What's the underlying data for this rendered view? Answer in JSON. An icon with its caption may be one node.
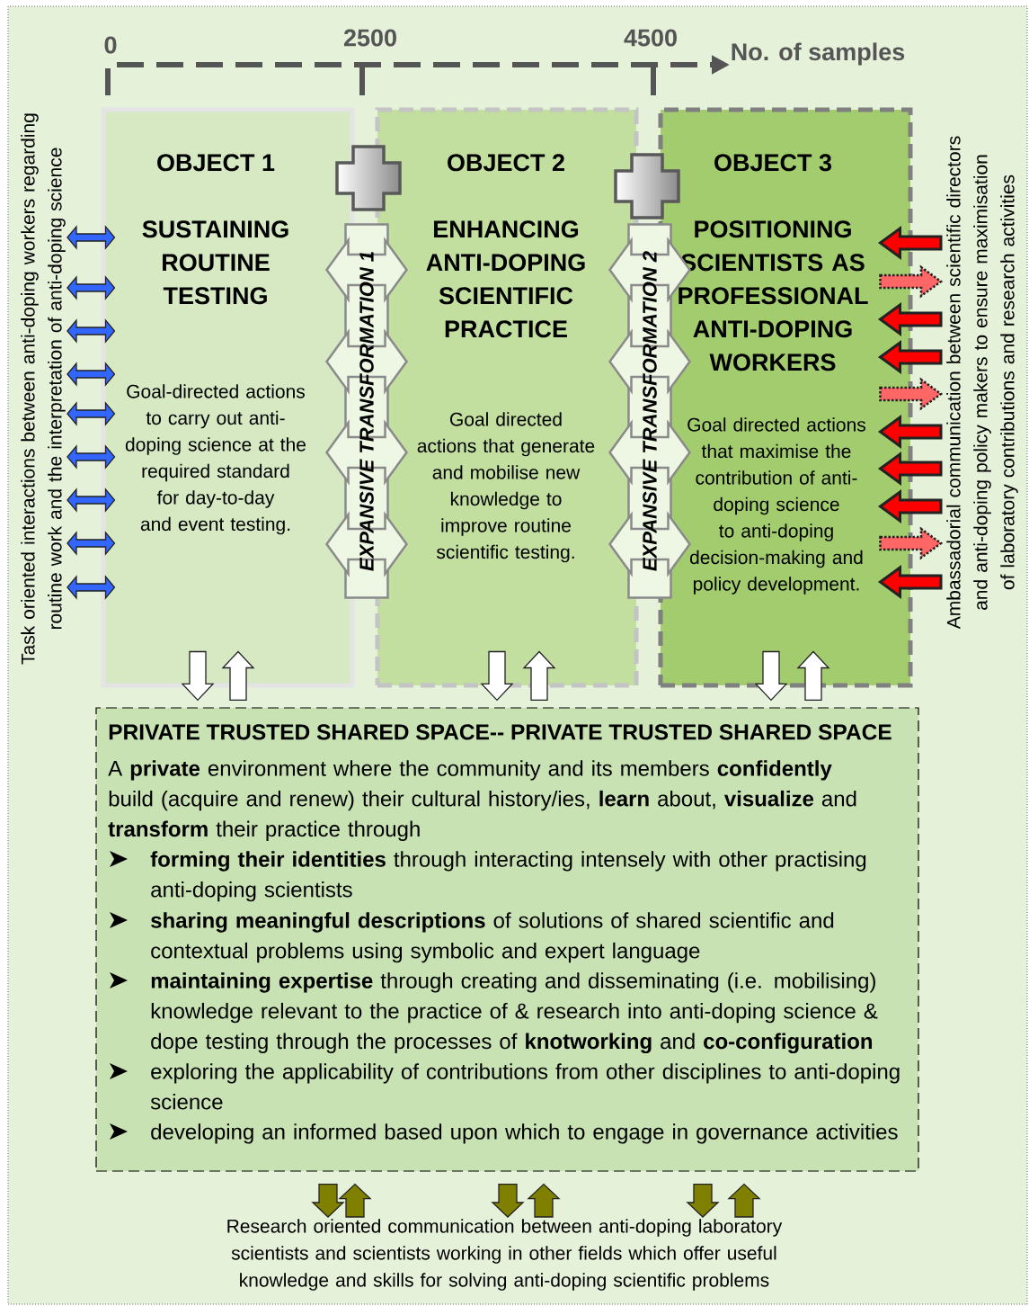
{
  "diagram": {
    "nodes": [
      {
        "text": [
          "OBJECT 1",
          "SUSTAINING ROUTINE TESTING",
          "Goal-directed actions to carry out anti-doping science at the required standard for day-to-day and event testing."
        ]
      },
      {
        "text": [
          "OBJECT 2",
          "ENHANCING ANTI-DOPING SCIENTIFIC PRACTICE",
          "Goal directed actions that generate and mobilise new knowledge to improve routine scientific testing."
        ]
      },
      {
        "text": [
          "OBJECT 3",
          "POSITIONING SCIENTISTS AS PROFESSIONAL ANTI-DOPING WORKERS",
          "Goal directed actions that maximise the contribution of anti-doping science to anti-doping decision-making and policy development."
        ]
      },
      {
        "text": [
          "EXPANSIVE TRANSFORMATION 1"
        ]
      },
      {
        "text": [
          "EXPANSIVE TRANSFORMATION 2"
        ]
      },
      {
        "text": [
          "PRIVATE TRUSTED SHARED SPACE-- PRIVATE TRUSTED SHARED SPACE",
          "A **private** environment where the community and its members **confidently** build (acquire and renew) their cultural history/ies, **learn** about, **visualize** and **transform** their practice through",
          "**forming their identities** through interacting intensely with other practising anti-doping scientists",
          "**sharing meaningful descriptions** of solutions of shared scientific and contextual problems using symbolic and expert language",
          "**maintaining expertise** through creating and disseminating (i.e. mobilising) knowledge relevant to the practice of & research into anti-doping science & dope testing through the processes of **knotworking** and **co-configuration**",
          "exploring the applicability of contributions from other disciplines to anti-doping science",
          "developing an informed based upon which to engage in governance activities"
        ]
      },
      {
        "text": [
          "Task oriented interactions between anti-doping workers regarding routine work and the interpretation of anti-doping science"
        ]
      },
      {
        "text": [
          "Ambassadorial communication between scientific directors and anti-doping policy makers to ensure maximisation of laboratory contributions and research activities"
        ]
      },
      {
        "text": [
          "Research oriented communication between anti-doping laboratory scientists and scientists working in other fields which offer useful knowledge and skills for solving anti-doping scientific problems"
        ]
      }
    ],
    "edges": [
      {
        "from": 6,
        "to": 0,
        "arrow": "both",
        "color": "#3366ff"
      },
      {
        "from": 6,
        "to": 0,
        "arrow": "both",
        "color": "#3366ff"
      },
      {
        "from": 6,
        "to": 0,
        "arrow": "both",
        "color": "#3366ff"
      },
      {
        "from": 6,
        "to": 0,
        "arrow": "both",
        "color": "#3366ff"
      },
      {
        "from": 6,
        "to": 0,
        "arrow": "both",
        "color": "#3366ff"
      },
      {
        "from": 6,
        "to": 0,
        "arrow": "both",
        "color": "#3366ff"
      },
      {
        "from": 6,
        "to": 0,
        "arrow": "both",
        "color": "#3366ff"
      },
      {
        "from": 6,
        "to": 0,
        "arrow": "both",
        "color": "#3366ff"
      },
      {
        "from": 6,
        "to": 0,
        "arrow": "both",
        "color": "#3366ff"
      },
      {
        "from": 0,
        "to": 5,
        "arrow": "to",
        "color": "#ffffff"
      },
      {
        "from": 5,
        "to": 0,
        "arrow": "to",
        "color": "#ffffff"
      },
      {
        "from": 1,
        "to": 5,
        "arrow": "to",
        "color": "#ffffff"
      },
      {
        "from": 5,
        "to": 1,
        "arrow": "to",
        "color": "#ffffff"
      },
      {
        "from": 2,
        "to": 5,
        "arrow": "to",
        "color": "#ffffff"
      },
      {
        "from": 5,
        "to": 2,
        "arrow": "to",
        "color": "#ffffff"
      },
      {
        "from": 7,
        "to": 2,
        "arrow": "to",
        "color": "#ff0000"
      },
      {
        "from": 2,
        "to": 7,
        "arrow": "to",
        "style": "dashed",
        "color": "#ff6666"
      },
      {
        "from": 7,
        "to": 2,
        "arrow": "to",
        "color": "#ff0000"
      },
      {
        "from": 7,
        "to": 2,
        "arrow": "to",
        "color": "#ff0000"
      },
      {
        "from": 2,
        "to": 7,
        "arrow": "to",
        "style": "dashed",
        "color": "#ff6666"
      },
      {
        "from": 7,
        "to": 2,
        "arrow": "to",
        "color": "#ff0000"
      },
      {
        "from": 7,
        "to": 2,
        "arrow": "to",
        "color": "#ff0000"
      },
      {
        "from": 7,
        "to": 2,
        "arrow": "to",
        "color": "#ff0000"
      },
      {
        "from": 2,
        "to": 7,
        "arrow": "to",
        "style": "dashed",
        "color": "#ff6666"
      },
      {
        "from": 7,
        "to": 2,
        "arrow": "to",
        "color": "#ff0000"
      },
      {
        "from": 5,
        "to": 8,
        "arrow": "to",
        "color": "#808000"
      },
      {
        "from": 8,
        "to": 5,
        "arrow": "to",
        "color": "#808000"
      },
      {
        "from": 5,
        "to": 8,
        "arrow": "to",
        "color": "#808000"
      },
      {
        "from": 8,
        "to": 5,
        "arrow": "to",
        "color": "#808000"
      },
      {
        "from": 5,
        "to": 8,
        "arrow": "to",
        "color": "#808000"
      },
      {
        "from": 8,
        "to": 5,
        "arrow": "to",
        "color": "#808000"
      },
      {
        "from": 0,
        "to": 1,
        "arrow": "both",
        "color": "#eef6e4"
      },
      {
        "from": 0,
        "to": 1,
        "arrow": "both",
        "color": "#eef6e4"
      },
      {
        "from": 0,
        "to": 1,
        "arrow": "both",
        "color": "#eef6e4"
      },
      {
        "from": 0,
        "to": 1,
        "arrow": "both",
        "color": "#eef6e4"
      },
      {
        "from": 1,
        "to": 2,
        "arrow": "both",
        "color": "#eef6e4"
      },
      {
        "from": 1,
        "to": 2,
        "arrow": "both",
        "color": "#eef6e4"
      },
      {
        "from": 1,
        "to": 2,
        "arrow": "both",
        "color": "#eef6e4"
      },
      {
        "from": 1,
        "to": 2,
        "arrow": "both",
        "color": "#eef6e4"
      }
    ],
    "labels": [
      "0",
      "2500",
      "4500",
      "No. of samples"
    ]
  }
}
